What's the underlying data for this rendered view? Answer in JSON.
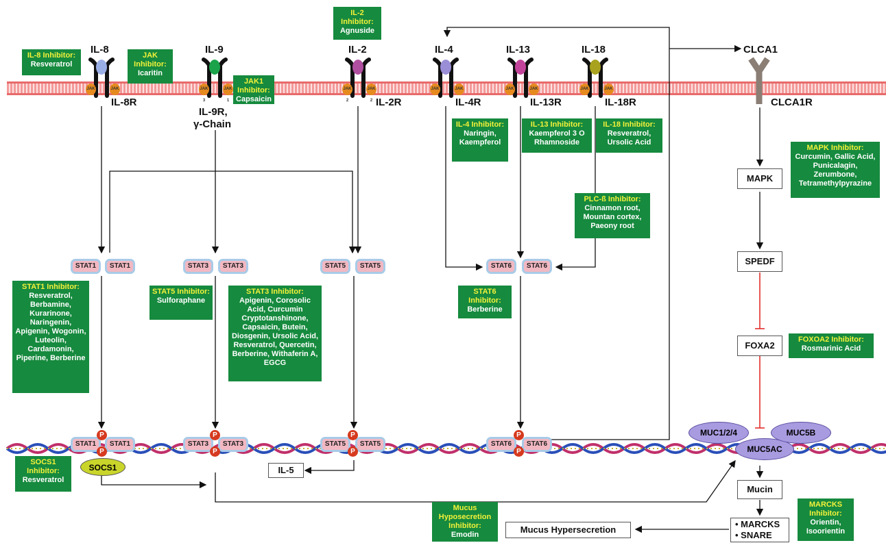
{
  "ligands": {
    "il8": "IL-8",
    "il9": "IL-9",
    "il2": "IL-2",
    "il4": "IL-4",
    "il13": "IL-13",
    "il18": "IL-18",
    "clca1": "CLCA1"
  },
  "receptors": {
    "il8r": "IL-8R",
    "il9r": "IL-9R,",
    "il9r2": "γ-Chain",
    "il2r": "IL-2R",
    "il4r": "IL-4R",
    "il13r": "IL-13R",
    "il18r": "IL-18R",
    "clca1r": "CLCA1R"
  },
  "jak": {
    "j": "JAK",
    "j3": "JAK 3",
    "j1": "JAK 1",
    "j2": "JAK 2"
  },
  "inhibitors": {
    "il8": {
      "title": "IL-8 Inhibitor:",
      "body": "Resveratrol"
    },
    "jak": {
      "title": "JAK Inhibitor:",
      "body": "Icaritin"
    },
    "jak1": {
      "title": "JAK1 Inhibitor:",
      "body": "Capsaicin"
    },
    "il2": {
      "title": "IL-2 Inhibitor:",
      "body": "Agnuside"
    },
    "il4": {
      "title": "IL-4 Inhibitor:",
      "body": "Naringin, Kaempferol"
    },
    "il13": {
      "title": "IL-13 Inhibitor:",
      "body": "Kaempferol 3 O Rhamnoside"
    },
    "il18": {
      "title": "IL-18 Inhibitor:",
      "body": "Resveratrol, Ursolic Acid"
    },
    "plc": {
      "title": "PLC-ß Inhibitor:",
      "body": "Cinnamon root, Mountan cortex, Paeony root"
    },
    "mapk": {
      "title": "MAPK Inhibitor:",
      "body": "Curcumin, Gallic Acid, Punicalagin, Zerumbone, Tetramethylpyrazine"
    },
    "stat1": {
      "title": "STAT1 Inhibitor:",
      "body": "Resveratrol, Berbamine, Kurarinone, Naringenin, Apigenin, Wogonin, Luteolin, Cardamonin, Piperine, Berberine"
    },
    "stat5": {
      "title": "STAT5 Inhibitor:",
      "body": "Sulforaphane"
    },
    "stat3": {
      "title": "STAT3 Inhibitor:",
      "body": "Apigenin, Corosolic Acid, Curcumin Cryptotanshinone, Capsaicin, Butein, Diosgenin, Ursolic Acid, Resveratrol, Quercetin, Berberine, Withaferin A, EGCG"
    },
    "stat6": {
      "title": "STAT6 Inhibitor:",
      "body": "Berberine"
    },
    "foxoa2": {
      "title": "FOXOA2 Inhibitor:",
      "body": "Rosmarinic Acid"
    },
    "socs1": {
      "title": "SOCS1 Inhibitor:",
      "body": "Resveratrol"
    },
    "mucus": {
      "title": "Mucus Hyposecretion Inhibitor:",
      "body": "Emodin"
    },
    "marcks": {
      "title": "MARCKS Inhibitor:",
      "body": "Orientin, Isoorientin"
    }
  },
  "stats": {
    "stat1": "STAT1",
    "stat3": "STAT3",
    "stat5": "STAT5",
    "stat6": "STAT6"
  },
  "p": "P",
  "boxes": {
    "mapk": "MAPK",
    "spedf": "SPEDF",
    "foxa2": "FOXA2",
    "il5": "IL-5",
    "mucin": "Mucin",
    "marcks": "• MARCKS",
    "snare": "• SNARE",
    "hyper": "Mucus Hypersecretion"
  },
  "muc": {
    "muc124": "MUC1/2/4",
    "muc5b": "MUC5B",
    "muc5ac": "MUC5AC"
  },
  "socs1": "SOCS1",
  "colors": {
    "inhibitor_bg": "#168a3e",
    "inhibitor_title": "#f4f23a",
    "stat_fill": "#f2b8c2",
    "stat_border": "#a8cbe8",
    "muc": "#a99be0",
    "socs": "#c9d52a",
    "jak": "#e68a1e"
  }
}
